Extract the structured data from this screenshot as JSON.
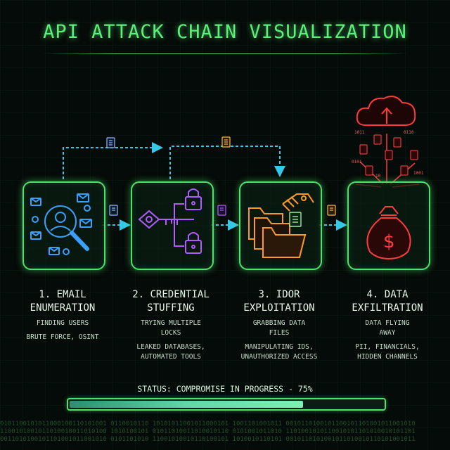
{
  "title": "API ATTACK CHAIN VISUALIZATION",
  "stages": [
    {
      "title_line1": "1. EMAIL",
      "title_line2": "ENUMERATION",
      "sub_line1": "FINDING USERS",
      "sub_line2": "",
      "tags_line1": "BRUTE FORCE, OSINT",
      "tags_line2": "",
      "icon": "magnifier-users-icon",
      "color": "#3aa0ff"
    },
    {
      "title_line1": "2. CREDENTIAL",
      "title_line2": "STUFFING",
      "sub_line1": "TRYING MULTIPLE",
      "sub_line2": "LOCKS",
      "tags_line1": "LEAKED DATABASES,",
      "tags_line2": "AUTOMATED TOOLS",
      "icon": "key-locks-icon",
      "color": "#b05cff"
    },
    {
      "title_line1": "3. IDOR",
      "title_line2": "EXPLOITATION",
      "sub_line1": "GRABBING DATA",
      "sub_line2": "FILES",
      "tags_line1": "MANIPULATING IDS,",
      "tags_line2": "UNAUTHORIZED ACCESS",
      "icon": "robot-hand-folders-icon",
      "color": "#ff9a1f"
    },
    {
      "title_line1": "4. DATA",
      "title_line2": "EXFILTRATION",
      "sub_line1": "DATA FLYING",
      "sub_line2": "AWAY",
      "tags_line1": "PII, FINANCIALS,",
      "tags_line2": "HIDDEN CHANNELS",
      "icon": "money-bag-cloud-icon",
      "color": "#ff3b3b"
    }
  ],
  "status": {
    "text": "STATUS: COMPROMISE IN PROGRESS - 75%",
    "progress": 0.75
  },
  "binary_rows": [
    "0101100101011000100110101001 0110010110 10101011001011000101 1001101001011 0010110100101100101101001011001010",
    "1100101001011010010011010100 1010100101 01011010011010010110 0101001011010 1101001010110010101101010010101101",
    "0011010100101101001011001010 0101101010 11001010010110100101 1010010110101 0010110101001011010010110101001011"
  ],
  "colors": {
    "accent": "#4fe06d",
    "connector": "#36c8e8",
    "doc": "#b6d6ff"
  }
}
